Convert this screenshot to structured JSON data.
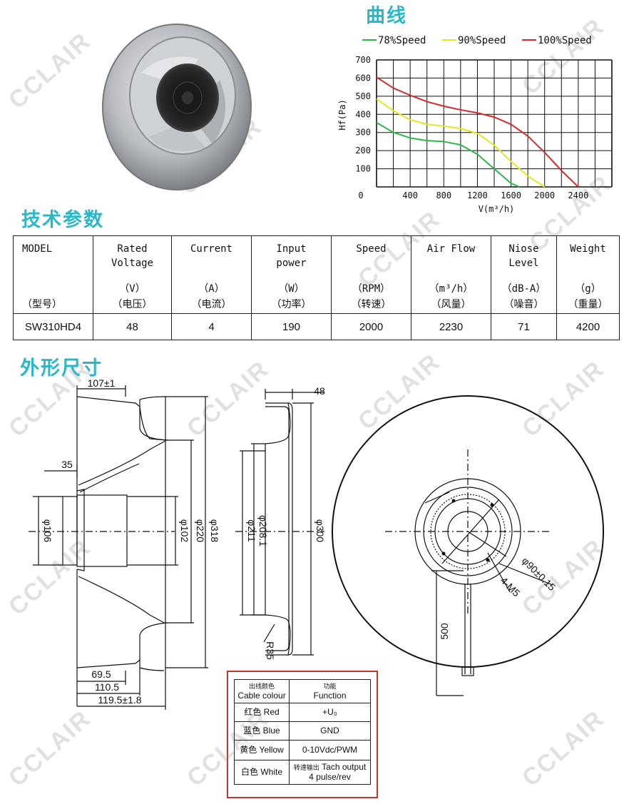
{
  "sections": {
    "curve_title": "曲线",
    "specs_title": "技术参数",
    "dims_title": "外形尺寸"
  },
  "watermark": "CCLAIR",
  "chart_data": {
    "type": "line",
    "title": "",
    "xlabel": "V(m³/h)",
    "ylabel": "Hf(Pa)",
    "xlim": [
      0,
      2800
    ],
    "ylim": [
      0,
      700
    ],
    "x_ticks": [
      "0",
      "400",
      "800",
      "1200",
      "1600",
      "2000",
      "2400"
    ],
    "y_ticks": [
      "100",
      "200",
      "300",
      "400",
      "500",
      "600",
      "700"
    ],
    "grid": true,
    "legend_position": "top",
    "series": [
      {
        "name": "78%Speed",
        "color": "#2db84a",
        "points": [
          [
            0,
            355
          ],
          [
            200,
            300
          ],
          [
            400,
            270
          ],
          [
            600,
            255
          ],
          [
            800,
            250
          ],
          [
            1000,
            232
          ],
          [
            1200,
            180
          ],
          [
            1400,
            100
          ],
          [
            1600,
            20
          ],
          [
            1700,
            0
          ]
        ]
      },
      {
        "name": "90%Speed",
        "color": "#e6e61e",
        "points": [
          [
            0,
            485
          ],
          [
            200,
            420
          ],
          [
            400,
            370
          ],
          [
            600,
            345
          ],
          [
            800,
            335
          ],
          [
            1000,
            322
          ],
          [
            1200,
            295
          ],
          [
            1400,
            230
          ],
          [
            1600,
            140
          ],
          [
            1800,
            60
          ],
          [
            2000,
            0
          ]
        ]
      },
      {
        "name": "100%Speed",
        "color": "#d62a2a",
        "points": [
          [
            0,
            605
          ],
          [
            200,
            545
          ],
          [
            400,
            505
          ],
          [
            600,
            470
          ],
          [
            800,
            445
          ],
          [
            1000,
            425
          ],
          [
            1200,
            408
          ],
          [
            1400,
            385
          ],
          [
            1600,
            345
          ],
          [
            1800,
            280
          ],
          [
            2000,
            190
          ],
          [
            2200,
            90
          ],
          [
            2400,
            0
          ]
        ]
      }
    ]
  },
  "spec_table": {
    "headers": [
      {
        "top": [
          "MODEL",
          ""
        ],
        "unit": "",
        "cn": "（型号）"
      },
      {
        "top": [
          "Rated",
          "Voltage"
        ],
        "unit": "（V）",
        "cn": "（电压）"
      },
      {
        "top": [
          "Current",
          ""
        ],
        "unit": "（A）",
        "cn": "（电流）"
      },
      {
        "top": [
          "Input",
          "power"
        ],
        "unit": "（W）",
        "cn": "（功率）"
      },
      {
        "top": [
          "Speed",
          ""
        ],
        "unit": "（RPM）",
        "cn": "（转速）"
      },
      {
        "top": [
          "Air Flow",
          ""
        ],
        "unit": "（m³/h）",
        "cn": "（风量）"
      },
      {
        "top": [
          "Niose",
          "Level"
        ],
        "unit": "（dB-A）",
        "cn": "（噪音）"
      },
      {
        "top": [
          "Weight",
          ""
        ],
        "unit": "（g）",
        "cn": "（重量）"
      }
    ],
    "values": [
      "SW310HD4",
      "48",
      "4",
      "190",
      "2000",
      "2230",
      "71",
      "4200"
    ]
  },
  "dimensions": {
    "d107": "107±1",
    "d35": "35",
    "d106": "φ106",
    "d102": "φ102",
    "d220": "φ220",
    "d318": "φ318",
    "d69_5": "69.5",
    "d110_5": "110.5",
    "d119_5": "119.5±1.8",
    "d48": "48",
    "d211": "φ211",
    "d208_1": "φ208.1",
    "d300": "φ300",
    "r35": "R35",
    "d90": "φ90±0.15",
    "m5": "4-M5",
    "d500": "500"
  },
  "cable_table": {
    "header_cn_left": "出线颜色",
    "header_left": "Cable colour",
    "header_cn_right": "功能",
    "header_right": "Function",
    "rows": [
      {
        "color_cn": "红色",
        "color": "Red",
        "function": "+U₀"
      },
      {
        "color_cn": "蓝色",
        "color": "Blue",
        "function": "GND"
      },
      {
        "color_cn": "黄色",
        "color": "Yellow",
        "function": "0-10Vdc/PWM"
      },
      {
        "color_cn": "白色",
        "color": "White",
        "function_cn": "转速输出",
        "function": "Tach output",
        "function2": "4 pulse/rev"
      }
    ]
  }
}
